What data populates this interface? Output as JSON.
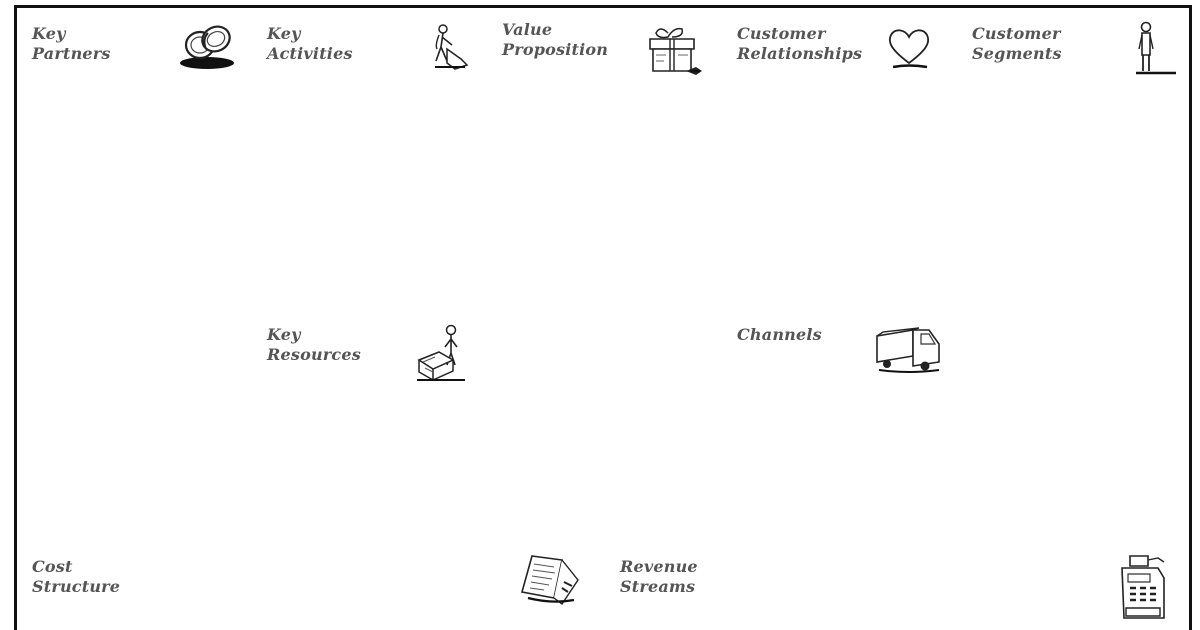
{
  "canvas": {
    "blocks": {
      "key_partners": {
        "line1": "Key",
        "line2": "Partners",
        "icon": "linked-rings-icon"
      },
      "key_activities": {
        "line1": "Key",
        "line2": "Activities",
        "icon": "worker-pushing-cart-icon"
      },
      "key_resources": {
        "line1": "Key",
        "line2": "Resources",
        "icon": "person-with-boxes-icon"
      },
      "value_proposition": {
        "line1": "Value",
        "line2": "Proposition",
        "icon": "gift-box-icon"
      },
      "customer_relationships": {
        "line1": "Customer",
        "line2": "Relationships",
        "icon": "heart-icon"
      },
      "channels": {
        "line1": "Channels",
        "icon": "delivery-truck-icon"
      },
      "customer_segments": {
        "line1": "Customer",
        "line2": "Segments",
        "icon": "standing-person-icon"
      },
      "cost_structure": {
        "line1": "Cost",
        "line2": "Structure",
        "icon": "receipt-icon"
      },
      "revenue_streams": {
        "line1": "Revenue",
        "line2": "Streams",
        "icon": "cash-register-icon"
      }
    },
    "colors": {
      "border": "#2b2b2b",
      "label": "#555555",
      "background": "#ffffff"
    }
  }
}
